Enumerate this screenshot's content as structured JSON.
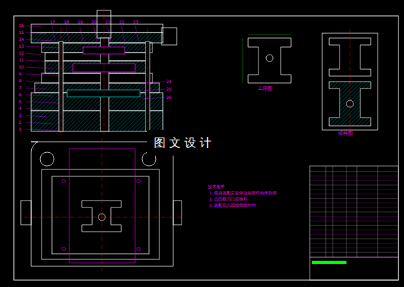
{
  "diagram": {
    "nodes": [
      {
        "text": [
          "图文设计"
        ]
      }
    ],
    "labels": [
      "16",
      "15",
      "14",
      "13",
      "12",
      "11",
      "10",
      "9",
      "8",
      "7",
      "6",
      "5",
      "4",
      "3",
      "2",
      "1",
      "17",
      "18",
      "19",
      "20",
      "21",
      "22",
      "23",
      "24",
      "25",
      "26",
      "工序图",
      "排样图",
      "技术要求",
      "1. 模具装配后应保证各部件动作协调",
      "2. 凸凹模刃口应锋利",
      "3. 装配后凸凹模间隙均匀"
    ]
  }
}
